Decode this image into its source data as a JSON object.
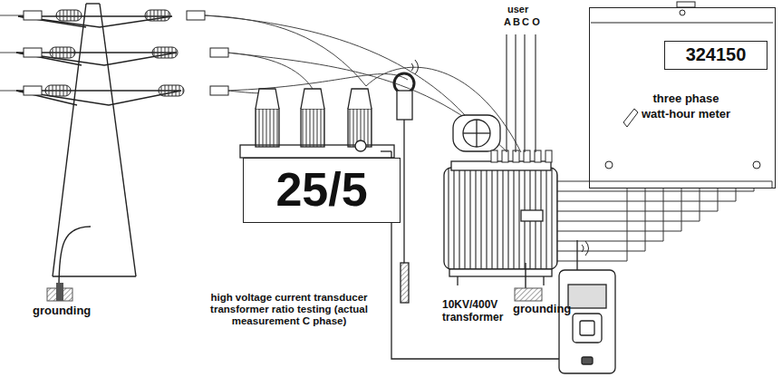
{
  "diagram": {
    "nodes": [
      {
        "text": [
          "25/5"
        ]
      },
      {
        "text": [
          "three phase watt-hour meter"
        ]
      },
      {
        "text": [
          "324150"
        ],
        "in": 1
      }
    ],
    "labels": [
      "grounding",
      "high voltage current transducer transformer ratio testing (actual measurement C phase)",
      "10KV/400V transformer",
      "grounding",
      "user",
      "A",
      "B",
      "C",
      "O"
    ]
  }
}
